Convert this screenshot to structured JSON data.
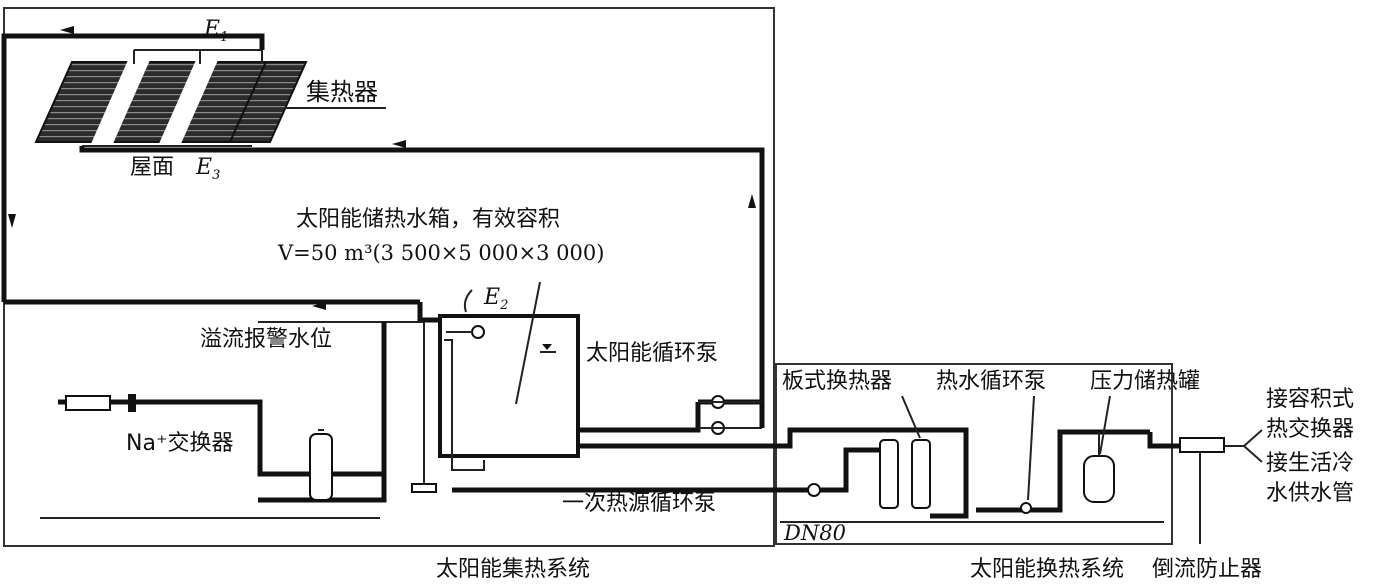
{
  "labels": {
    "e1": "E",
    "e1_sub": "1",
    "collector": "集热器",
    "roof": "屋面",
    "e3": "E",
    "e3_sub": "3",
    "tank_line1": "太阳能储热水箱，有效容积",
    "tank_line2": "V=50 m³(3 500×5 000×3 000)",
    "e2": "E",
    "e2_sub": "2",
    "overflow_alarm": "溢流报警水位",
    "solar_pump": "太阳能循环泵",
    "na_exchanger": "Na⁺交换器",
    "plate_exchanger": "板式换热器",
    "hot_water_pump": "热水循环泵",
    "pressure_tank": "压力储热罐",
    "primary_pump": "一次热源循环泵",
    "dn80": "DN80",
    "to_exchanger_line1": "接容积式",
    "to_exchanger_line2": "热交换器",
    "to_cold_line1": "接生活冷",
    "to_cold_line2": "水供水管",
    "system_collection": "太阳能集热系统",
    "system_exchange": "太阳能换热系统",
    "backflow_preventer": "倒流防止器"
  },
  "colors": {
    "ink": "#111111",
    "panel": "#2b2b2b",
    "frame": "#333333"
  }
}
